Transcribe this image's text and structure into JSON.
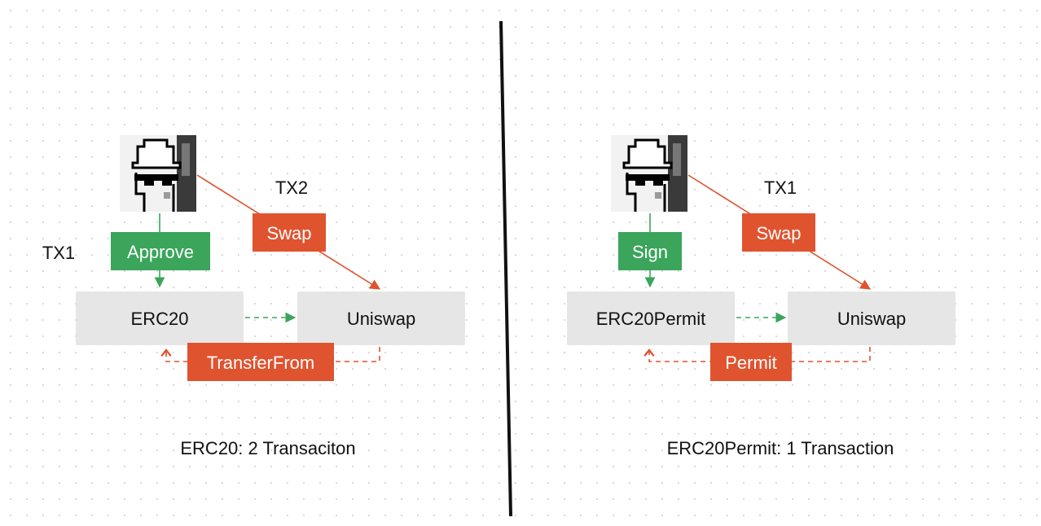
{
  "colors": {
    "green": "#3aa55b",
    "orange": "#e0532f",
    "box": "#e6e6e6",
    "text": "#111111",
    "divider": "#111111"
  },
  "left": {
    "avatar_icon": "pixel-avatar-icon",
    "tx_solid_label": "TX2",
    "tx_green_label": "TX1",
    "green_action": "Approve",
    "orange_action": "Swap",
    "token_box": "ERC20",
    "dex_box": "Uniswap",
    "return_action": "TransferFrom",
    "caption": "ERC20: 2 Transaciton"
  },
  "right": {
    "avatar_icon": "pixel-avatar-icon",
    "tx_solid_label": "TX1",
    "green_action": "Sign",
    "orange_action": "Swap",
    "token_box": "ERC20Permit",
    "dex_box": "Uniswap",
    "return_action": "Permit",
    "caption": "ERC20Permit: 1 Transaction"
  }
}
